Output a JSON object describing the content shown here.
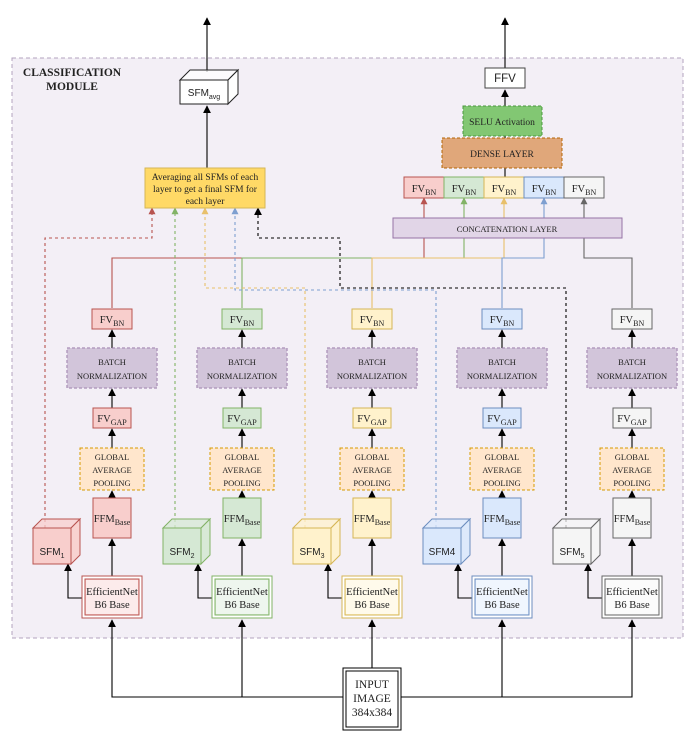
{
  "module_title": [
    "CLASSIFICATION",
    "MODULE"
  ],
  "input_box": [
    "INPUT",
    "IMAGE",
    "384x384"
  ],
  "base_model_label": [
    "EfficientNet",
    "B6 Base"
  ],
  "ffm_label": {
    "main": "FFM",
    "sub": "Base"
  },
  "gap_block_label": [
    "GLOBAL",
    "AVERAGE",
    "POOLING"
  ],
  "fv_gap_label": {
    "main": "FV",
    "sub": "GAP"
  },
  "bn_block_label": [
    "BATCH",
    "NORMALIZATION"
  ],
  "fv_bn_label": {
    "main": "FV",
    "sub": "BN"
  },
  "sfm_labels": [
    {
      "main": "SFM",
      "sub": "1"
    },
    {
      "main": "SFM",
      "sub": "2"
    },
    {
      "main": "SFM",
      "sub": "3"
    },
    {
      "main": "SFM4",
      "sub": ""
    },
    {
      "main": "SFM",
      "sub": "5"
    }
  ],
  "averaging_box": [
    "Averaging all SFMs of each",
    "layer to get a final SFM for",
    "each layer"
  ],
  "sfm_avg": {
    "main": "SFM",
    "sub": "avg"
  },
  "concat_label": "CONCATENATION LAYER",
  "dense_label": "DENSE LAYER",
  "selu_label": "SELU Activation",
  "ffv_label": "FFV",
  "branch_colors": {
    "fill": [
      "#f8cecc",
      "#d5e8d4",
      "#fff2cc",
      "#dae8fc",
      "#f5f5f5"
    ],
    "stroke": [
      "#b85450",
      "#82b366",
      "#d6b656",
      "#6c8ebf",
      "#666666"
    ],
    "line": [
      "#b85450",
      "#82b366",
      "#e8c06a",
      "#7e9fd0",
      "#666666"
    ]
  },
  "block_colors": {
    "gap_fill": "#ffe6cc",
    "gap_stroke": "#d79b00",
    "bn_fill": "#e1d5e7",
    "bn_stroke": "#9673a6",
    "dense_fill": "#e0a77a",
    "dense_stroke": "#b46504",
    "selu_fill": "#82c773",
    "selu_stroke": "#4a9a3c",
    "avg_fill": "#ffd966",
    "avg_stroke": "#d6b656",
    "module_bg": "#f3eff6",
    "module_stroke": "#b3a3bf"
  }
}
